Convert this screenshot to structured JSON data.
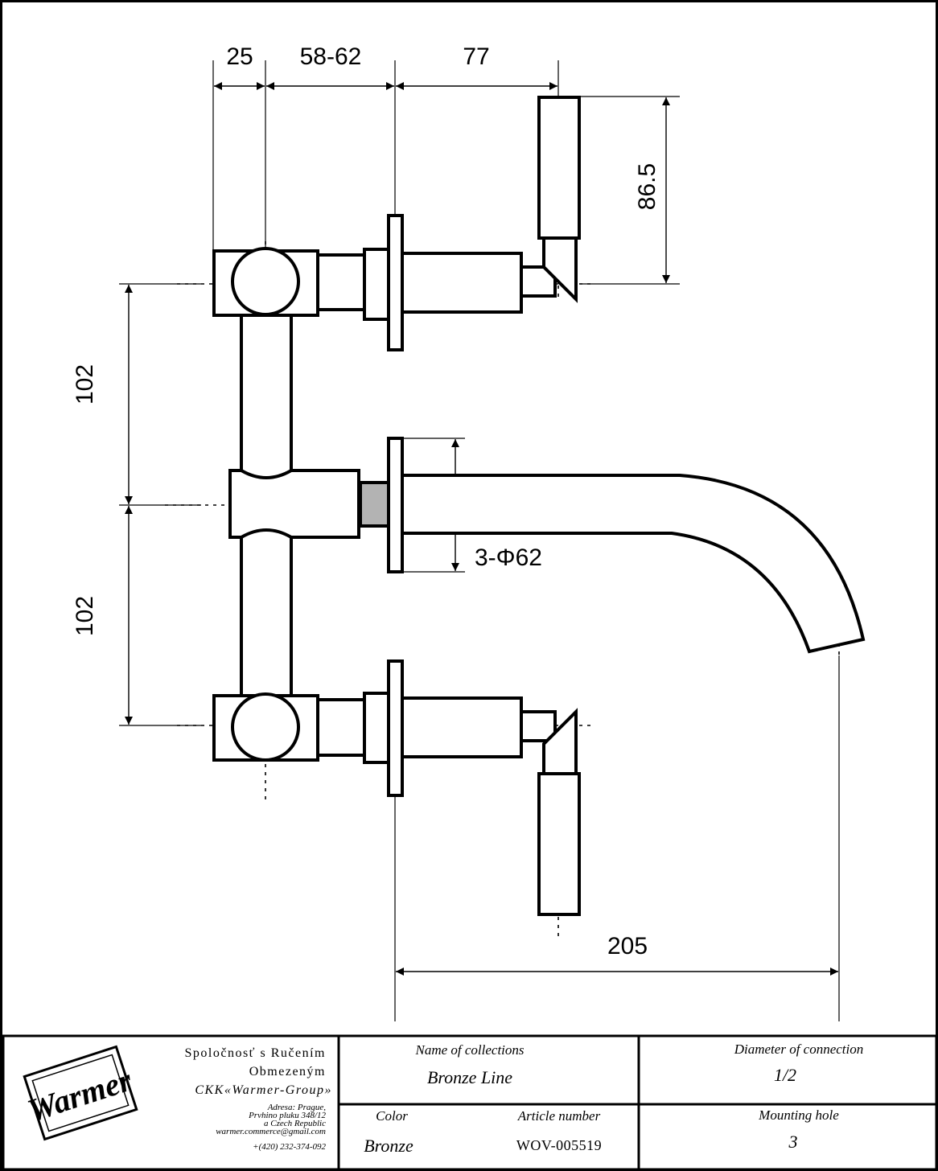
{
  "dimensions": {
    "top_25": "25",
    "top_58_62": "58-62",
    "top_77": "77",
    "handle_86_5": "86.5",
    "vertical_102_upper": "102",
    "vertical_102_lower": "102",
    "diameter": "3-Φ62",
    "spout_205": "205"
  },
  "title_block": {
    "company_line1": "Spoločnosť s Ručením",
    "company_line2": "Obmezeným",
    "company_line3": "CKK«Warmer-Group»",
    "address_line1": "Adresa: Prague,",
    "address_line2": "Prvhino pluku 348/12",
    "address_line3": "a Czech Republic",
    "email": "warmer.commerce@gmail.com",
    "phone": "+(420) 232-374-092",
    "logo_text": "Warmer",
    "collection_label": "Name of collections",
    "collection_value": "Bronze Line",
    "diameter_label": "Diameter of connection",
    "diameter_value": "1/2",
    "color_label": "Color",
    "color_value": "Bronze",
    "article_label": "Article number",
    "article_value": "WOV-005519",
    "mounting_label": "Mounting hole",
    "mounting_value": "3"
  },
  "colors": {
    "line": "#000000",
    "connector_fill": "#b3b3b3",
    "background": "#ffffff"
  }
}
